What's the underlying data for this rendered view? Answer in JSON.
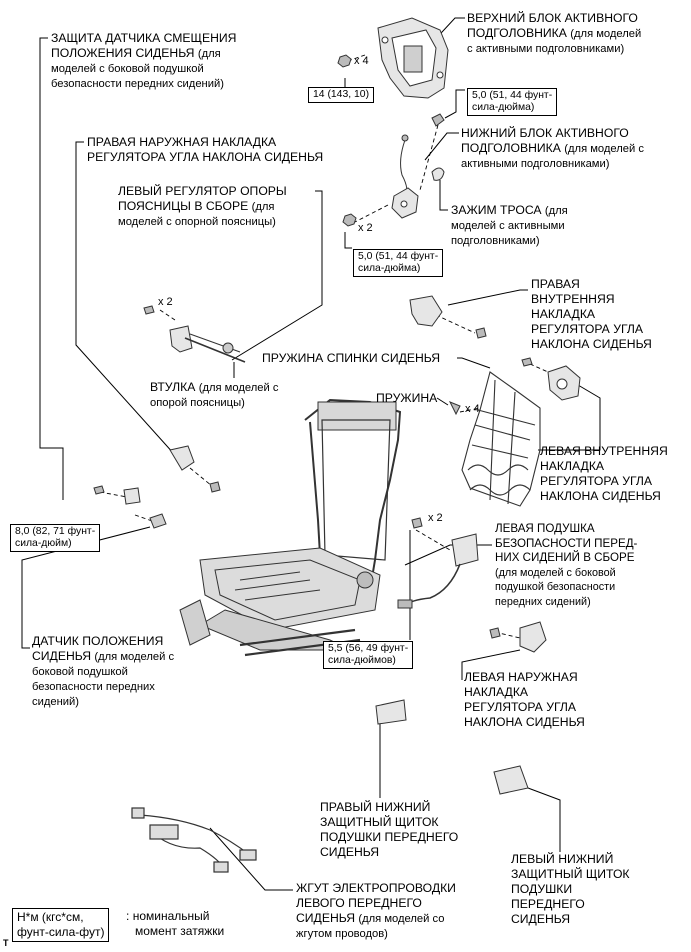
{
  "labels": {
    "seat_pos_protector": {
      "title": [
        "ЗАЩИТА ДАТЧИКА СМЕЩЕНИЯ",
        "ПОЛОЖЕНИЯ СИДЕНЬЯ"
      ],
      "note": [
        "(для",
        "моделей с боковой подушкой",
        "безопасности передних сидений)"
      ]
    },
    "upper_headrest_unit": {
      "title": [
        "ВЕРХНИЙ БЛОК АКТИВНОГО",
        "ПОДГОЛОВНИКА"
      ],
      "note": [
        "(для моделей",
        "с активными подголовниками)"
      ]
    },
    "lower_headrest_unit": {
      "title": [
        "НИЖНИЙ БЛОК АКТИВНОГО",
        "ПОДГОЛОВНИКА"
      ],
      "note": [
        "(для моделей с",
        "активными подголовниками)"
      ]
    },
    "cable_clamp": {
      "title": [
        "ЗАЖИМ ТРОСА"
      ],
      "note": [
        "(для",
        "моделей с активными",
        "подголовниками)"
      ]
    },
    "right_outer_recliner_cover": {
      "title": [
        "ПРАВАЯ НАРУЖНАЯ НАКЛАДКА",
        "РЕГУЛЯТОРА УГЛА НАКЛОНА СИДЕНЬЯ"
      ]
    },
    "left_lumbar_support": {
      "title": [
        "ЛЕВЫЙ РЕГУЛЯТОР ОПОРЫ",
        "ПОЯСНИЦЫ В СБОРЕ"
      ],
      "note": [
        "(для",
        "моделей с опорной поясницы)"
      ]
    },
    "right_inner_recliner_cover": {
      "title": [
        "ПРАВАЯ",
        "ВНУТРЕННЯЯ",
        "НАКЛАДКА",
        "РЕГУЛЯТОРА УГЛА",
        "НАКЛОНА СИДЕНЬЯ"
      ]
    },
    "seatback_spring": {
      "title": [
        "ПРУЖИНА СПИНКИ СИДЕНЬЯ"
      ]
    },
    "bushing": {
      "title": [
        "ВТУЛКА"
      ],
      "note": [
        "(для моделей с",
        "опорой поясницы)"
      ]
    },
    "spring": {
      "title": [
        "ПРУЖИНА"
      ]
    },
    "left_inner_recliner_cover": {
      "title": [
        "ЛЕВАЯ ВНУТРЕННЯЯ",
        "НАКЛАДКА",
        "РЕГУЛЯТОРА УГЛА",
        "НАКЛОНА СИДЕНЬЯ"
      ]
    },
    "left_side_airbag": {
      "title": [
        "ЛЕВАЯ ПОДУШКА",
        "БЕЗОПАСНОСТИ ПЕРЕД-",
        "НИХ СИДЕНИЙ В СБОРЕ"
      ],
      "note": [
        "(для моделей с боковой",
        "подушкой безопасности",
        "передних сидений)"
      ]
    },
    "seat_position_sensor": {
      "title": [
        "ДАТЧИК ПОЛОЖЕНИЯ",
        "СИДЕНЬЯ"
      ],
      "note": [
        "(для моделей с",
        "боковой подушкой",
        "безопасности передних",
        "сидений)"
      ]
    },
    "left_outer_recliner_cover": {
      "title": [
        "ЛЕВАЯ НАРУЖНАЯ",
        "НАКЛАДКА",
        "РЕГУЛЯТОРА УГЛА",
        "НАКЛОНА СИДЕНЬЯ"
      ]
    },
    "right_lower_shield": {
      "title": [
        "ПРАВЫЙ НИЖНИЙ",
        "ЗАЩИТНЫЙ ЩИТОК",
        "ПОДУШКИ ПЕРЕДНЕГО",
        "СИДЕНЬЯ"
      ]
    },
    "left_lower_shield": {
      "title": [
        "ЛЕВЫЙ НИЖНИЙ",
        "ЗАЩИТНЫЙ ЩИТОК",
        "ПОДУШКИ",
        "ПЕРЕДНЕГО",
        "СИДЕНЬЯ"
      ]
    },
    "wire_harness": {
      "title": [
        "ЖГУТ ЭЛЕКТРОПРОВОДКИ",
        "ЛЕВОГО ПЕРЕДНЕГО",
        "СИДЕНЬЯ"
      ],
      "note": [
        "(для моделей со",
        "жгутом проводов)"
      ]
    }
  },
  "torque": {
    "upper_headrest": [
      "14 (143, 10)"
    ],
    "top_right": [
      "5,0 (51, 44 фунт-",
      "сила-дюйма)"
    ],
    "lower_headrest": [
      "5,0 (51, 44 фунт-",
      "сила-дюйма)"
    ],
    "sensor": [
      "8,0 (82, 71 фунт-",
      "сила-дюйм)"
    ],
    "airbag": [
      "5,5 (56, 49 фунт-",
      "сила-дюймов)"
    ]
  },
  "quantities": {
    "upper_headrest": "x 4",
    "lower_headrest": "x 2",
    "lumbar": "x 2",
    "spring": "x 4",
    "airbag": "x 2"
  },
  "legend": {
    "box": [
      "Н*м (кгс*см,",
      "фунт-сила-фут)"
    ],
    "text": [
      "номинальный",
      "момент затяжки"
    ],
    "separator": ":"
  },
  "corner_mark": "T",
  "colors": {
    "ink": "#000000",
    "part_fill": "#e6e6e6",
    "part_stroke": "#333333"
  }
}
